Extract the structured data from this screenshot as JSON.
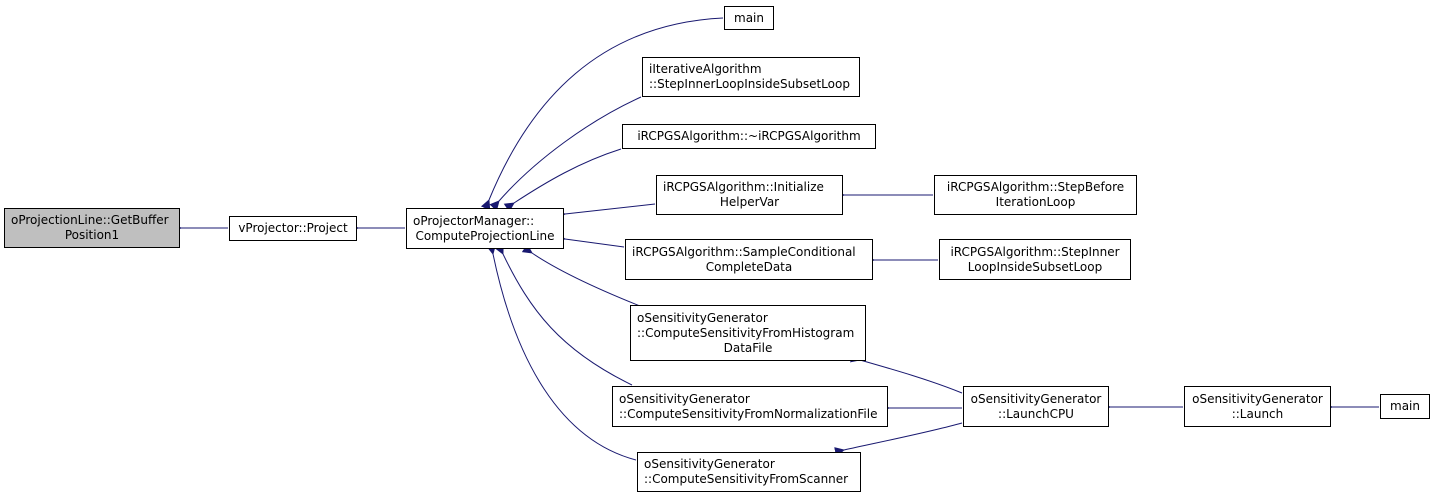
{
  "colors": {
    "edge": "#191970",
    "border": "#000000",
    "current_fill": "#bfbfbf"
  },
  "nodes": {
    "n_getbuf": {
      "lines": [
        "oProjectionLine::GetBuffer",
        "Position1"
      ]
    },
    "n_project": {
      "lines": [
        "vProjector::Project"
      ]
    },
    "n_compute": {
      "lines": [
        "oProjectorManager::",
        "ComputeProjectionLine"
      ]
    },
    "n_main1": {
      "lines": [
        "main"
      ]
    },
    "n_iterstep": {
      "lines": [
        "iIterativeAlgorithm",
        "::StepInnerLoopInsideSubsetLoop"
      ]
    },
    "n_dtor": {
      "lines": [
        "iRCPGSAlgorithm::~iRCPGSAlgorithm"
      ]
    },
    "n_init": {
      "lines": [
        "iRCPGSAlgorithm::Initialize",
        "HelperVar"
      ]
    },
    "n_sample": {
      "lines": [
        "iRCPGSAlgorithm::SampleConditional",
        "CompleteData"
      ]
    },
    "n_sshist": {
      "lines": [
        "oSensitivityGenerator",
        "::ComputeSensitivityFromHistogram",
        "DataFile"
      ]
    },
    "n_ssnorm": {
      "lines": [
        "oSensitivityGenerator",
        "::ComputeSensitivityFromNormalizationFile"
      ]
    },
    "n_ssscan": {
      "lines": [
        "oSensitivityGenerator",
        "::ComputeSensitivityFromScanner"
      ]
    },
    "n_stepbef": {
      "lines": [
        "iRCPGSAlgorithm::StepBefore",
        "IterationLoop"
      ]
    },
    "n_stepinn": {
      "lines": [
        "iRCPGSAlgorithm::StepInner",
        "LoopInsideSubsetLoop"
      ]
    },
    "n_lcpu": {
      "lines": [
        "oSensitivityGenerator",
        "::LaunchCPU"
      ]
    },
    "n_launch": {
      "lines": [
        "oSensitivityGenerator",
        "::Launch"
      ]
    },
    "n_main2": {
      "lines": [
        "main"
      ]
    }
  }
}
